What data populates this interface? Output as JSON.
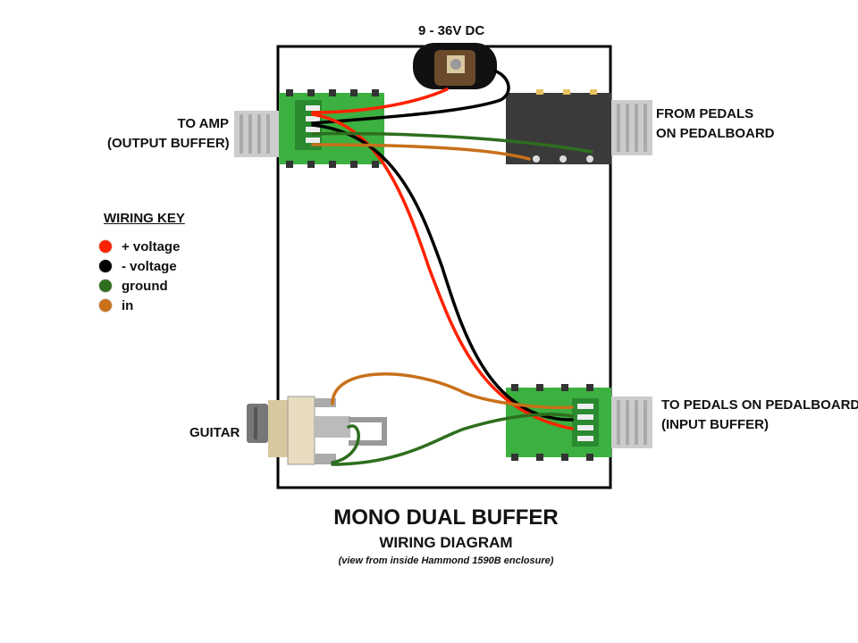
{
  "labels": {
    "power": "9 - 36V DC",
    "to_amp_line1": "TO AMP",
    "to_amp_line2": "(OUTPUT BUFFER)",
    "from_pedals_line1": "FROM PEDALS",
    "from_pedals_line2": "ON PEDALBOARD",
    "to_pedals_line1": "TO PEDALS ON PEDALBOARD",
    "to_pedals_line2": "(INPUT BUFFER)",
    "guitar": "GUITAR"
  },
  "wiring_key": {
    "title": "WIRING KEY",
    "items": [
      {
        "label": "+ voltage",
        "color": "#ff2200"
      },
      {
        "label": "- voltage",
        "color": "#000000"
      },
      {
        "label": "ground",
        "color": "#2e6e1e"
      },
      {
        "label": "in",
        "color": "#c8701a"
      }
    ]
  },
  "title": {
    "main": "MONO DUAL BUFFER",
    "sub": "WIRING DIAGRAM",
    "note": "(view from inside Hammond 1590B enclosure)"
  },
  "colors": {
    "positive": "#ff2200",
    "negative": "#000000",
    "ground": "#2e6e1e",
    "signal": "#c8701a",
    "pcb": "#3cb040"
  }
}
